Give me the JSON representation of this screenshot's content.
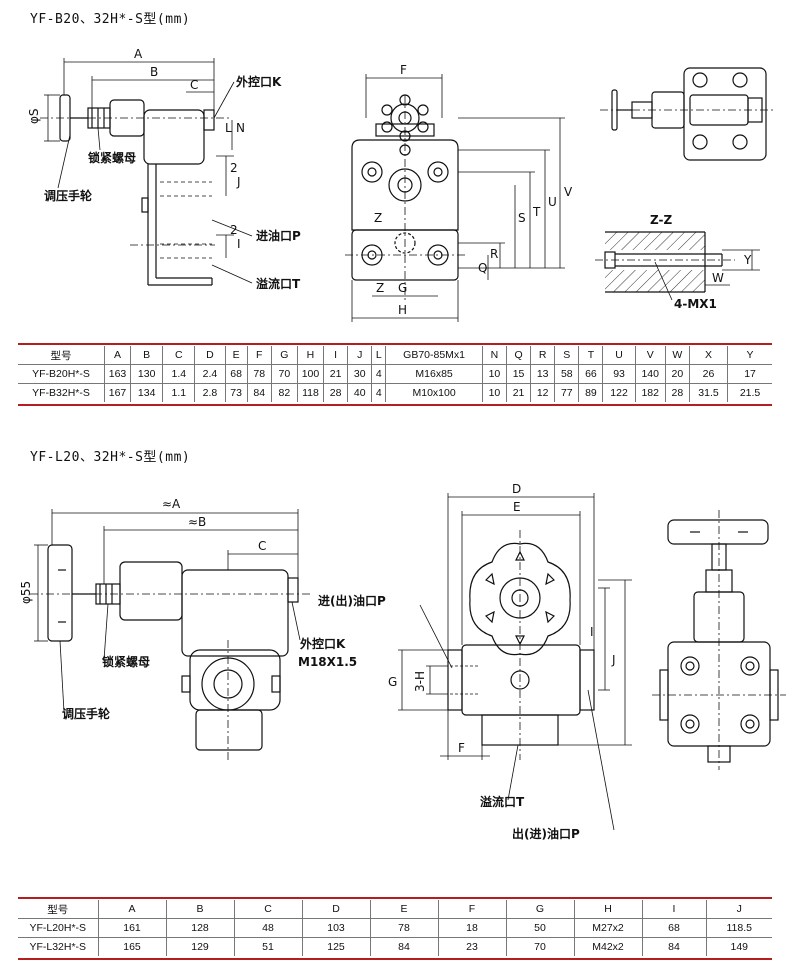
{
  "section1": {
    "title": "YF-B20、32H*-S型(mm)",
    "labels": {
      "outer_port": "外控口K",
      "lock_nut": "锁紧螺母",
      "handwheel": "调压手轮",
      "inlet": "进油口P",
      "overflow": "溢流口T",
      "section": "Z-Z",
      "screw": "4-MX1"
    },
    "dims": {
      "A": "A",
      "B": "B",
      "C": "C",
      "phiS": "φS",
      "L": "L",
      "N": "N",
      "J": "J",
      "I": "I",
      "F": "F",
      "V": "V",
      "U": "U",
      "T": "T",
      "S": "S",
      "R": "R",
      "Q": "Q",
      "Z": "Z",
      "G": "G",
      "H": "H",
      "Y": "Y",
      "W": "W",
      "two": "2"
    },
    "table": {
      "headers": [
        "型号",
        "A",
        "B",
        "C",
        "D",
        "E",
        "F",
        "G",
        "H",
        "I",
        "J",
        "L",
        "GB70-85Mx1",
        "N",
        "Q",
        "R",
        "S",
        "T",
        "U",
        "V",
        "W",
        "X",
        "Y"
      ],
      "rows": [
        [
          "YF-B20H*-S",
          "163",
          "130",
          "1.4",
          "2.4",
          "68",
          "78",
          "70",
          "100",
          "21",
          "30",
          "4",
          "M16x85",
          "10",
          "15",
          "13",
          "58",
          "66",
          "93",
          "140",
          "20",
          "26",
          "17"
        ],
        [
          "YF-B32H*-S",
          "167",
          "134",
          "1.1",
          "2.8",
          "73",
          "84",
          "82",
          "118",
          "28",
          "40",
          "4",
          "M10x100",
          "10",
          "21",
          "12",
          "77",
          "89",
          "122",
          "182",
          "28",
          "31.5",
          "21.5"
        ]
      ]
    }
  },
  "section2": {
    "title": "YF-L20、32H*-S型(mm)",
    "labels": {
      "inout": "进(出)油口P",
      "outer_port": "外控口K",
      "thread": "M18X1.5",
      "lock_nut": "锁紧螺母",
      "handwheel": "调压手轮",
      "overflow": "溢流口T",
      "outin": "出(进)油口P"
    },
    "dims": {
      "A": "≈A",
      "B": "≈B",
      "C": "C",
      "D": "D",
      "E": "E",
      "phi55": "φ55",
      "G": "G",
      "H": "3-H",
      "F": "F",
      "I": "I",
      "J": "J"
    },
    "table": {
      "headers": [
        "型号",
        "A",
        "B",
        "C",
        "D",
        "E",
        "F",
        "G",
        "H",
        "I",
        "J"
      ],
      "rows": [
        [
          "YF-L20H*-S",
          "161",
          "128",
          "48",
          "103",
          "78",
          "18",
          "50",
          "M27x2",
          "68",
          "118.5"
        ],
        [
          "YF-L32H*-S",
          "165",
          "129",
          "51",
          "125",
          "84",
          "23",
          "70",
          "M42x2",
          "84",
          "149"
        ]
      ]
    }
  }
}
